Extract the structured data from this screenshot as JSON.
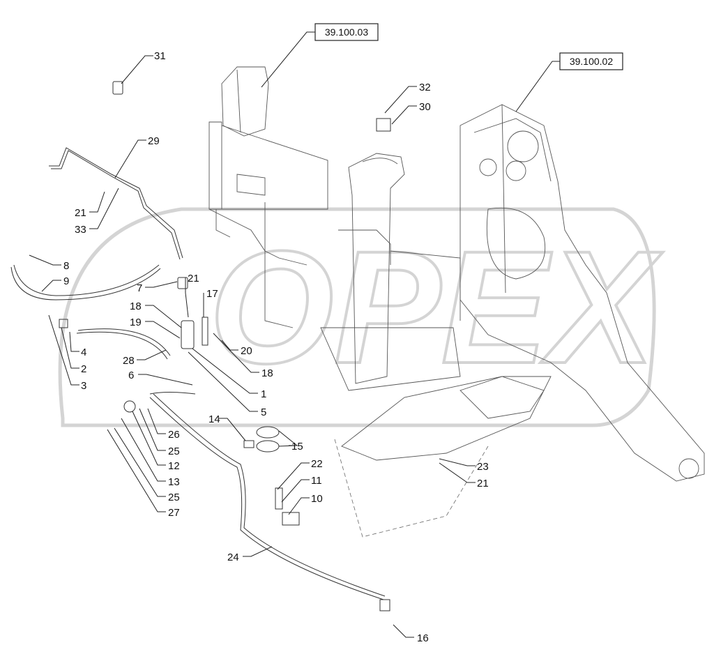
{
  "references": [
    {
      "id": "ref-39-100-03",
      "text": "39.100.03"
    },
    {
      "id": "ref-39-100-02",
      "text": "39.100.02"
    }
  ],
  "watermark": "OPEX",
  "callouts": [
    {
      "text": "31"
    },
    {
      "text": "32"
    },
    {
      "text": "30"
    },
    {
      "text": "29"
    },
    {
      "text": "21"
    },
    {
      "text": "33"
    },
    {
      "text": "8"
    },
    {
      "text": "9"
    },
    {
      "text": "7"
    },
    {
      "text": "21"
    },
    {
      "text": "17"
    },
    {
      "text": "18"
    },
    {
      "text": "19"
    },
    {
      "text": "4"
    },
    {
      "text": "2"
    },
    {
      "text": "3"
    },
    {
      "text": "20"
    },
    {
      "text": "18"
    },
    {
      "text": "28"
    },
    {
      "text": "1"
    },
    {
      "text": "6"
    },
    {
      "text": "5"
    },
    {
      "text": "14"
    },
    {
      "text": "15"
    },
    {
      "text": "26"
    },
    {
      "text": "25"
    },
    {
      "text": "12"
    },
    {
      "text": "13"
    },
    {
      "text": "25"
    },
    {
      "text": "27"
    },
    {
      "text": "22"
    },
    {
      "text": "11"
    },
    {
      "text": "10"
    },
    {
      "text": "23"
    },
    {
      "text": "21"
    },
    {
      "text": "24"
    },
    {
      "text": "16"
    }
  ]
}
